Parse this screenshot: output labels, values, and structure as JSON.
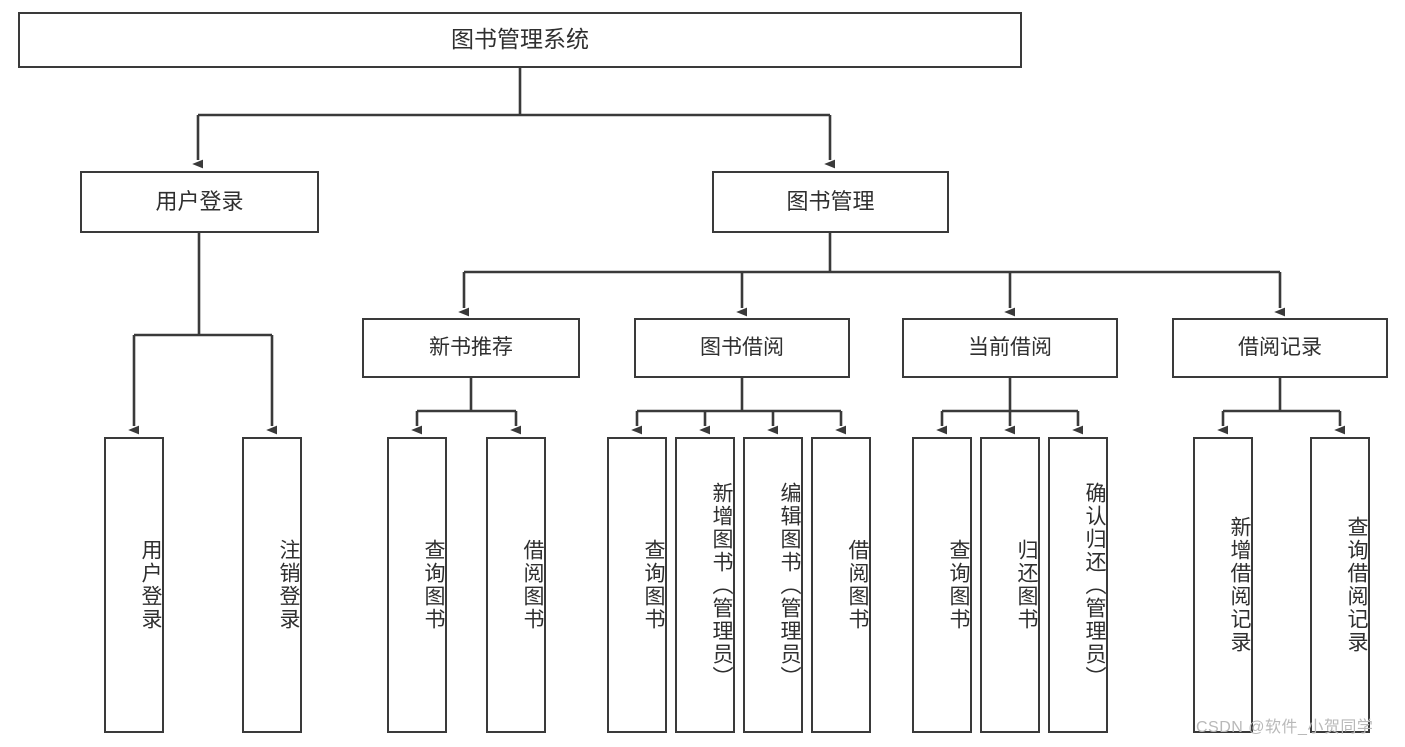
{
  "diagram": {
    "title": "图书管理系统",
    "type": "tree-hierarchy-chart",
    "stroke_color": "#3a3a3a",
    "fill_color": "#ffffff",
    "text_color": "#2f2f2f"
  },
  "root": {
    "label": "图书管理系统"
  },
  "level1": [
    {
      "label": "用户登录"
    },
    {
      "label": "图书管理"
    }
  ],
  "level2": [
    {
      "label": "新书推荐"
    },
    {
      "label": "图书借阅"
    },
    {
      "label": "当前借阅"
    },
    {
      "label": "借阅记录"
    }
  ],
  "leaves": {
    "user_login": [
      {
        "label": "用户登录"
      },
      {
        "label": "注销登录"
      }
    ],
    "new_book_recommend": [
      {
        "label": "查询图书"
      },
      {
        "label": "借阅图书"
      }
    ],
    "book_borrow": [
      {
        "label": "查询图书"
      },
      {
        "label": "新增图书（管理员）"
      },
      {
        "label": "编辑图书（管理员）"
      },
      {
        "label": "借阅图书"
      }
    ],
    "current_borrow": [
      {
        "label": "查询图书"
      },
      {
        "label": "归还图书"
      },
      {
        "label": "确认归还（管理员）"
      }
    ],
    "borrow_record": [
      {
        "label": "新增借阅记录"
      },
      {
        "label": "查询借阅记录"
      }
    ]
  },
  "watermark": {
    "text": "CSDN @软件_小贺同学"
  }
}
